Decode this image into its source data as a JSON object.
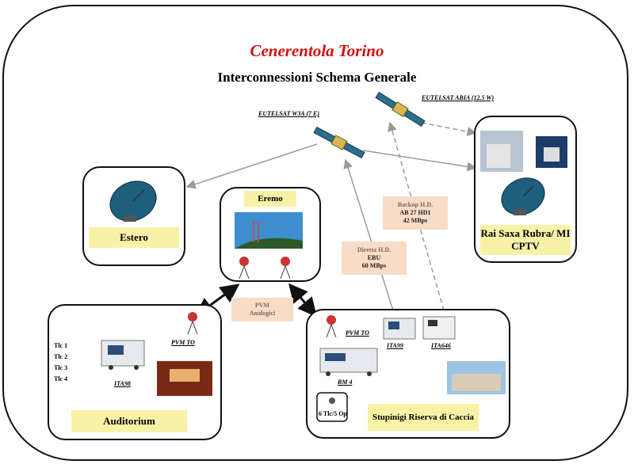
{
  "title": "Cenerentola Torino",
  "subtitle": "Interconnessioni Schema Generale",
  "satellites": {
    "w3a": "EUTELSAT W3A (7 E)",
    "abia": "EUTELSAT ABIA (12.5 W)"
  },
  "nodes": {
    "estero": "Estero",
    "eremo": "Eremo",
    "rai": "Rai Saxa Rubra/ MI CPTV",
    "auditorium": "Auditorium",
    "stupinigi": "Stupinigi Riserva di Caccia"
  },
  "links": {
    "backup": {
      "line1": "Backup H.D.",
      "line2": "AB 27 HD1",
      "line3": "42 MBps"
    },
    "diretta": {
      "line1": "Diretta H.D.",
      "line2": "EBU",
      "line3": "60 MBps"
    },
    "pvm": {
      "line1": "PVM",
      "line2": "Analogici"
    }
  },
  "auditorium": {
    "pvm_to": "PVM TO",
    "truck": "ITA98",
    "cameras": [
      "Tlc 1",
      "Tlc 2",
      "Tlc 3",
      "Tlc 4"
    ]
  },
  "stupinigi": {
    "pvm_to": "PVM TO",
    "truck1": "ITA99",
    "truck2": "ITA646",
    "truck3": "BM 4",
    "crew": "6 Tlc/5 Op"
  }
}
